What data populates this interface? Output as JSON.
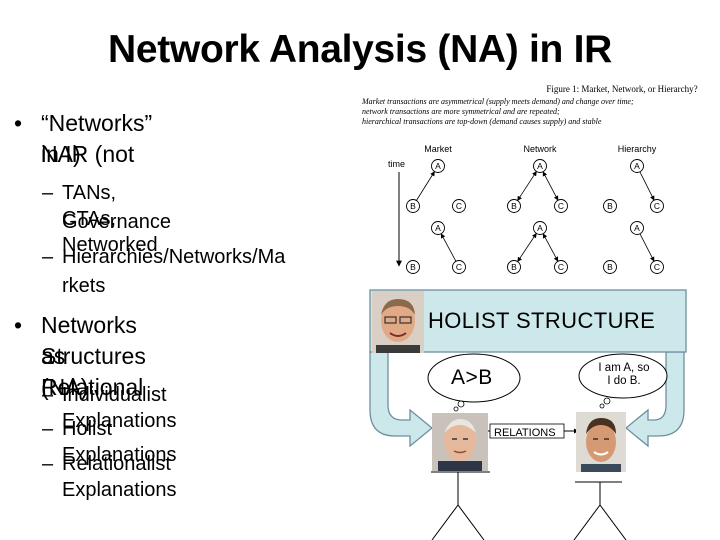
{
  "slide": {
    "title": "Network Analysis (NA) in IR",
    "bullets": [
      {
        "text_lines": [
          "“Networks” in IR (not",
          "NA)"
        ],
        "sub": [
          {
            "text_lines": [
              "TANs, CTAs, Networked",
              "Governance"
            ]
          },
          {
            "text_lines": [
              "Hierarchies/Networks/Ma",
              "rkets"
            ]
          }
        ]
      },
      {
        "text_lines": [
          "Networks as Relational",
          "Structures (NA)"
        ],
        "sub": [
          {
            "text_lines": [
              "Individualist Explanations"
            ]
          },
          {
            "text_lines": [
              "Holist Explanations"
            ]
          },
          {
            "text_lines": [
              "Relationalist Explanations"
            ]
          }
        ]
      }
    ],
    "bullet_glyph": "•",
    "sub_glyph": "–"
  },
  "figure": {
    "title": "Figure 1: Market, Network, or Hierarchy?",
    "caption_lines": [
      "Market transactions are asymmetrical (supply meets demand) and change over time;",
      "network transactions are more symmetrical and are repeated;",
      "hierarchical transactions are top-down (demand causes supply) and stable"
    ],
    "time_label": "time",
    "columns": [
      "Market",
      "Network",
      "Hierarchy"
    ],
    "node_labels": {
      "a": "A",
      "b": "B",
      "c": "C"
    }
  },
  "diagram": {
    "holist_label": "HOLIST STRUCTURE",
    "relation_label": "A>B",
    "speech_lines": [
      "I am A, so",
      "I do B."
    ],
    "relations_label": "RELATIONS",
    "colors": {
      "box_fill": "#cde8ea",
      "box_stroke": "#6f8fa0",
      "skin": "#e9c9a8"
    }
  }
}
